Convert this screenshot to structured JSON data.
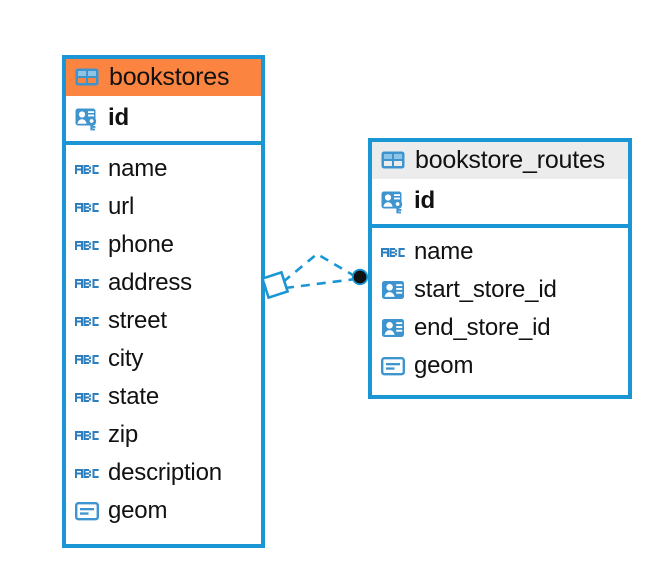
{
  "diagram": {
    "type": "entity-relationship-diagram",
    "background_color": "#FFFFFF",
    "accent_color": "#1B96D4",
    "highlight_color": "#FB8440",
    "neutral_header_color": "#ECECEC",
    "text_color": "#111111"
  },
  "entities": [
    {
      "name": "bookstores",
      "header_style": "accent",
      "primary_keys": [
        {
          "label": "id",
          "icon": "primary-key-icon",
          "bold": true
        }
      ],
      "fields": [
        {
          "label": "name",
          "icon": "abc-text-icon"
        },
        {
          "label": "url",
          "icon": "abc-text-icon"
        },
        {
          "label": "phone",
          "icon": "abc-text-icon"
        },
        {
          "label": "address",
          "icon": "abc-text-icon"
        },
        {
          "label": "street",
          "icon": "abc-text-icon"
        },
        {
          "label": "city",
          "icon": "abc-text-icon"
        },
        {
          "label": "state",
          "icon": "abc-text-icon"
        },
        {
          "label": "zip",
          "icon": "abc-text-icon"
        },
        {
          "label": "description",
          "icon": "abc-text-icon"
        },
        {
          "label": "geom",
          "icon": "geometry-blob-icon"
        }
      ]
    },
    {
      "name": "bookstore_routes",
      "header_style": "neutral",
      "primary_keys": [
        {
          "label": "id",
          "icon": "primary-key-icon",
          "bold": true
        }
      ],
      "fields": [
        {
          "label": "name",
          "icon": "abc-text-icon"
        },
        {
          "label": "start_store_id",
          "icon": "foreign-key-icon"
        },
        {
          "label": "end_store_id",
          "icon": "foreign-key-icon"
        },
        {
          "label": "geom",
          "icon": "geometry-blob-icon"
        }
      ]
    }
  ],
  "relationships": [
    {
      "from_entity": "bookstores",
      "to_entity": "bookstore_routes",
      "line_style": "dashed",
      "line_color": "#1B96D4",
      "from_marker": "diamond-outline",
      "to_marker": "filled-circle",
      "multiplicity": "one-to-many"
    }
  ]
}
